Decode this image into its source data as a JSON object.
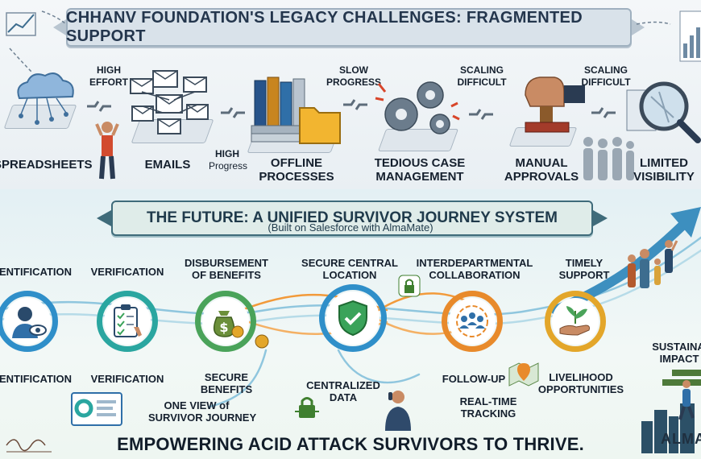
{
  "top": {
    "title": "CHHANV FOUNDATION'S LEGACY CHALLENGES: FRAGMENTED SUPPORT",
    "items": [
      {
        "label": "SPREADSHEETS"
      },
      {
        "label": "EMAILS"
      },
      {
        "label_line1": "OFFLINE",
        "label_line2": "PROCESSES"
      },
      {
        "label_line1": "TEDIOUS CASE",
        "label_line2": "MANAGEMENT"
      },
      {
        "label_line1": "MANUAL",
        "label_line2": "APPROVALS"
      },
      {
        "label_line1": "LIMITED",
        "label_line2": "VISIBILITY"
      }
    ],
    "annotations": {
      "high_effort_1": "HIGH",
      "high_effort_2": "EFFORT",
      "high_progress_1": "HIGH",
      "high_progress_2": "Progress",
      "slow_progress_1": "SLOW",
      "slow_progress_2": "PROGRESS",
      "scaling_a_1": "SCALING",
      "scaling_a_2": "DIFFICULT",
      "scaling_b_1": "SCALING",
      "scaling_b_2": "DIFFICULT"
    }
  },
  "bottom": {
    "title": "THE FUTURE: A UNIFIED SURVIVOR JOURNEY SYSTEM",
    "subtitle": "(Built on Salesforce with AlmaMate)",
    "upper_labels": {
      "identification": "ENTIFICATION",
      "verification": "VERIFICATION",
      "disbursement_1": "DISBURSEMENT",
      "disbursement_2": "OF BENEFITS",
      "secure_central_1": "SECURE CENTRAL",
      "secure_central_2": "LOCATION",
      "interdept_1": "INTERDEPARTMENTAL",
      "interdept_2": "COLLABORATION",
      "timely_1": "TIMELY",
      "timely_2": "SUPPORT"
    },
    "lower_labels": {
      "identification": "ENTIFICATION",
      "verification": "VERIFICATION",
      "secure_benefits_1": "SECURE",
      "secure_benefits_2": "BENEFITS",
      "centralized_1": "CENTRALIZED",
      "centralized_2": "DATA",
      "follow_up": "FOLLOW-UP",
      "livelihood_1": "LIVELIHOOD",
      "livelihood_2": "OPPORTUNITIES",
      "one_view_1": "ONE VIEW of",
      "one_view_2": "SURVIVOR JOURNEY",
      "realtime_1": "REAL-TIME",
      "realtime_2": "TRACKING",
      "sustain_1": "SUSTAINA",
      "sustain_2": "IMPACT"
    },
    "tagline": "EMPOWERING ACID ATTACK SURVIVORS TO THRIVE.",
    "brand": "ALMA"
  },
  "colors": {
    "ring_blue": "#2f8fc9",
    "ring_teal": "#2aa6a0",
    "ring_green": "#4aa35a",
    "ring_orange": "#e88a2b",
    "ring_yellow": "#e3a62a",
    "arrow_blue": "#3d8fbf",
    "stream_orange": "#f29a3a",
    "dark_text": "#15202e"
  }
}
